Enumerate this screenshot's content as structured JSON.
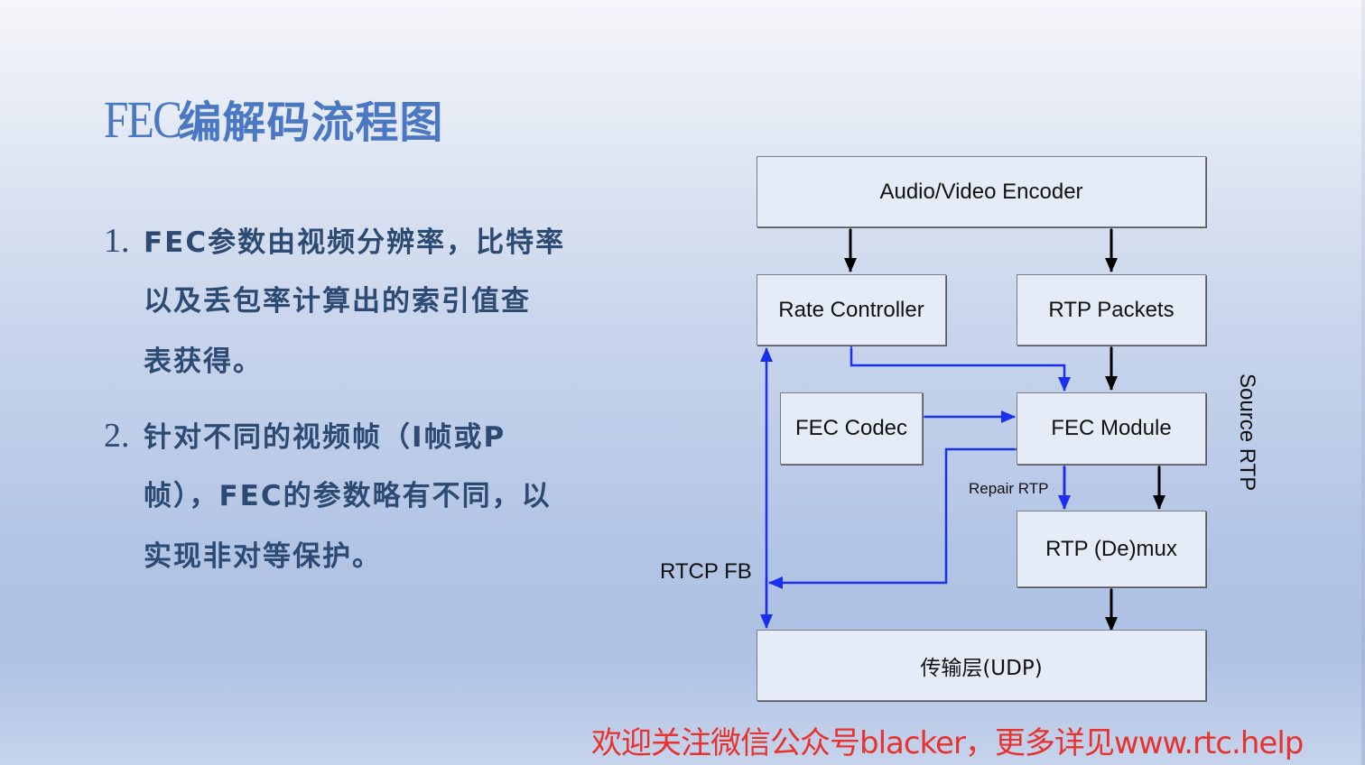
{
  "slide": {
    "title_latin": "FEC",
    "title_cjk": "编解码流程图",
    "bullets": [
      {
        "number": "1.",
        "lines": [
          "FEC参数由视频分辨率，比特率",
          "以及丢包率计算出的索引值查",
          "表获得。"
        ]
      },
      {
        "number": "2.",
        "lines": [
          "针对不同的视频帧（I帧或P",
          "帧），FEC的参数略有不同，以",
          "实现非对等保护。"
        ]
      }
    ],
    "footer": "欢迎关注微信公众号blacker，更多详见www.rtc.help"
  },
  "diagram": {
    "boxes": {
      "encoder": "Audio/Video Encoder",
      "rate_controller": "Rate Controller",
      "rtp_packets": "RTP Packets",
      "fec_codec": "FEC Codec",
      "fec_module": "FEC Module",
      "rtp_demux": "RTP (De)mux",
      "transport": "传输层(UDP)"
    },
    "labels": {
      "rtcp_fb": "RTCP FB",
      "repair_rtp": "Repair RTP",
      "source_rtp": "Source RTP"
    },
    "colors": {
      "feedback_arrow": "#1a2ff0",
      "data_arrow": "#000000"
    }
  }
}
